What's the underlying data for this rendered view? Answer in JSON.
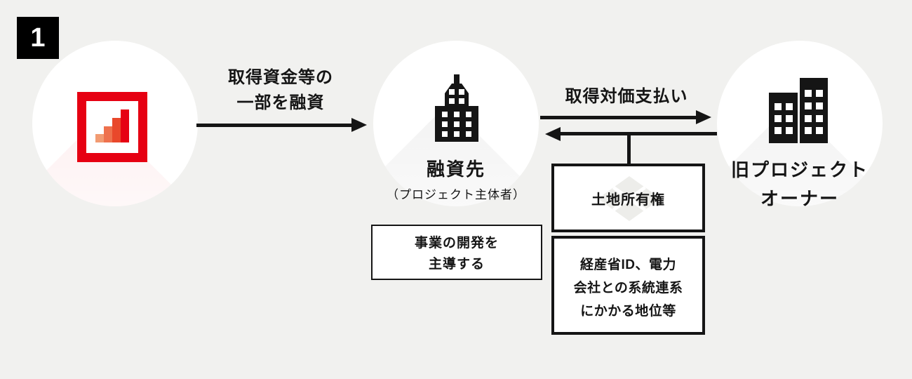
{
  "step_badge": "1",
  "colors": {
    "background": "#f1f1ef",
    "ink": "#151515",
    "logo_red": "#e60012",
    "logo_bars": [
      "#f29b72",
      "#ee714d",
      "#e9482b",
      "#e60012"
    ]
  },
  "loan_arrow": {
    "label_line1": "取得資金等の",
    "label_line2": "一部を融資"
  },
  "borrower": {
    "title": "融資先",
    "subtitle": "（プロジェクト主体者）"
  },
  "role_box": {
    "line1": "事業の開発を",
    "line2": "主導する"
  },
  "payment_arrow": {
    "label": "取得対価支払い"
  },
  "land_box": {
    "label": "土地所有権"
  },
  "rights_box": {
    "line1": "経産省ID、電力",
    "line2": "会社との系統連系",
    "line3": "にかかる地位等"
  },
  "owner": {
    "title_line1": "旧プロジェクト",
    "title_line2": "オーナー"
  }
}
